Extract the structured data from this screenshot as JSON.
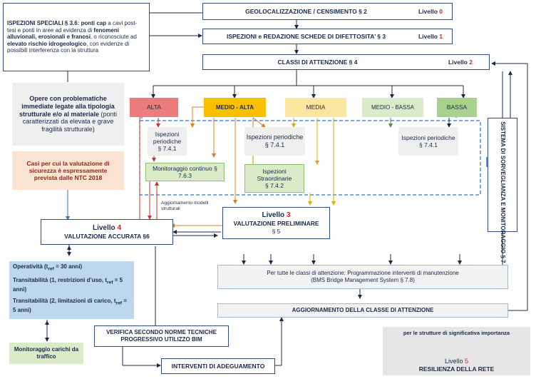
{
  "flow": {
    "geo": {
      "text": "GEOLOCALIZZAZIONE / CENSIMENTO § 2",
      "level_word": "Livello",
      "level_num": "0"
    },
    "ispezioni": {
      "text": "ISPEZIONI e REDAZIONE SCHEDE DI DIFETTOSITA’ § 3",
      "level_word": "Livello",
      "level_num": "1"
    },
    "classi": {
      "text": "CLASSI DI ATTENZIONE § 4",
      "level_word": "Livello",
      "level_num": "2"
    }
  },
  "special_inspections": {
    "bold_head": "ISPEZIONI SPECIALI § 3.6: ponti cap",
    "t1": " a cavi post-tesi e ponti in aree ad evidenza di ",
    "b1": "fenomeni alluvionali, erosionali e franosi",
    "t2": ", o riconosciute ad ",
    "b2": "elevato rischio idrogeologico",
    "t3": ", con evidenze di possibili interferenza con la struttura"
  },
  "problem_box": {
    "bold": "Opere con problematiche immediate legate alla tipologia strutturale e/o al materiale",
    "normal": " (ponti caratterizzati da elevata e grave fragilità strutturale)"
  },
  "ntc_box": {
    "text": "Casi per cui la valutazione di sicurezza è espressamente prevista dalle NTC 2018"
  },
  "classes": [
    {
      "label": "ALTA",
      "color": "#ec7c7c"
    },
    {
      "label": "MEDIO - ALTA",
      "color": "#f8c000"
    },
    {
      "label": "MEDIA",
      "color": "#fbe6a0"
    },
    {
      "label": "MEDIO - BASSA",
      "color": "#d9ebc8"
    },
    {
      "label": "BASSA",
      "color": "#a9d18e"
    }
  ],
  "activities": {
    "periodic_1": {
      "title": "Ispezioni periodiche",
      "ref": "§ 7.4.1"
    },
    "periodic_2": {
      "title": "Ispezioni periodiche",
      "ref": "§ 7.4.1"
    },
    "periodic_3": {
      "title": "Ispezioni periodiche",
      "ref": "§ 7.4.1"
    },
    "monitoring": {
      "text": "Monitoraggio continuo § 7.6.3"
    },
    "extraordinary": {
      "title": "Ispezioni Straordinarie",
      "ref": "§ 7.4.2"
    }
  },
  "monitoring_system": {
    "text": "SISTEMA DI SORVEGLIANZA E MONITORAGGIO § 7"
  },
  "model_update": {
    "text": "Aggiornamento modelli strutturali"
  },
  "prelim": {
    "level_word": "Livello",
    "level_num": "3",
    "line1": "VALUTAZIONE PRELIMINARE",
    "line2": "§ 5"
  },
  "accurate": {
    "level_word": "Livello",
    "level_num": "4",
    "line1": "VALUTAZIONE ACCURATA §6"
  },
  "maintenance": {
    "line1": "Per tutte le classi di attenzione: Programmazione interventi di manutenzione",
    "line2": "(BMS Bridge Management System § 7.8)"
  },
  "class_update": {
    "text": "AGGIORNAMENTO DELLA CLASSE DI ATTENZIONE"
  },
  "transit": {
    "l1a": "Operatività (t",
    "l1s": "ref",
    "l1b": " = 30 anni)",
    "l2a": "Transitabilità (1, restrizioni d’uso, t",
    "l2s": "ref",
    "l2b": " = 5 anni)",
    "l3a": "Transitabilità (2, limitazioni di carico, t",
    "l3s": "ref",
    "l3b": " = 5 anni)"
  },
  "traffic_monitoring": {
    "text": "Monitoraggio carichi da traffico"
  },
  "verification": {
    "text": "VERIFICA SECONDO NORME TECNICHE PROGRESSIVO UTILIZZO BIM"
  },
  "interventions": {
    "text": "INTERVENTI DI ADEGUAMENTO"
  },
  "level5": {
    "intro": "per le strutture di significativa importanza",
    "level_word": "Livello",
    "level_num": "5",
    "title": "RESILIENZA DELLA RETE"
  }
}
